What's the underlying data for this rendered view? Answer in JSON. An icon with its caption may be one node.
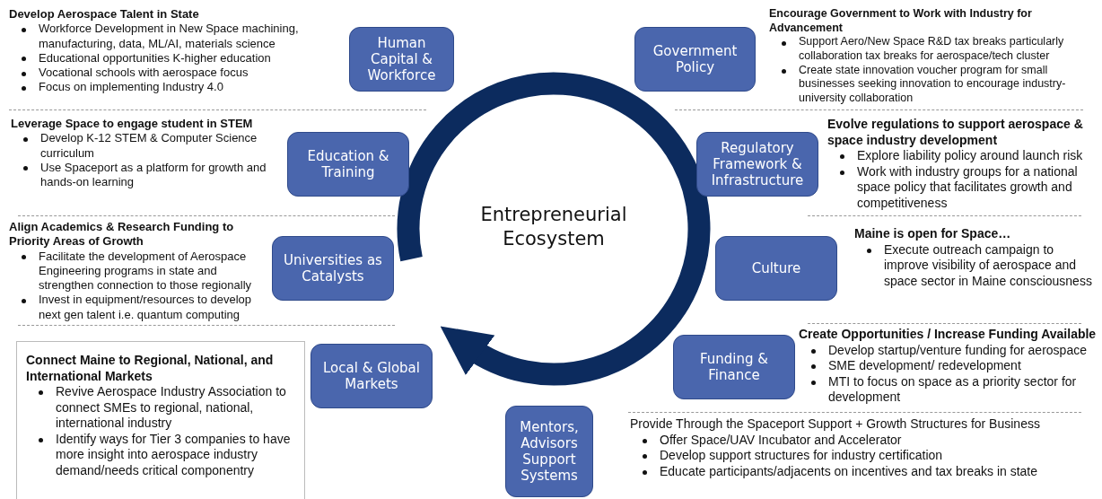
{
  "diagram": {
    "nodes": [
      {
        "text": [
          "Human Capital & Workforce"
        ],
        "beside": [
          "Develop Aerospace Talent in State",
          "Workforce Development in New Space machining, manufacturing, data, ML/AI, materials science",
          "Educational opportunities K-higher education",
          "Vocational schools with aerospace focus",
          "Focus on implementing Industry 4.0"
        ]
      },
      {
        "text": [
          "Government Policy"
        ],
        "beside": [
          "Encourage Government to Work with Industry for Advancement",
          "Support Aero/New Space R&D tax breaks particularly collaboration tax breaks for  aerospace/tech cluster",
          "Create state innovation voucher program for small businesses seeking innovation to encourage industry-university collaboration"
        ]
      },
      {
        "text": [
          "Education & Training"
        ],
        "beside": [
          "Leverage Space to engage student in STEM",
          "Develop K-12 STEM & Computer Science curriculum",
          "Use Spaceport as a platform for growth and hands-on learning"
        ]
      },
      {
        "text": [
          "Regulatory Framework & Infrastructure"
        ],
        "beside": [
          "Evolve regulations to support aerospace & space industry development",
          "Explore liability policy around launch risk",
          "Work with industry groups for a national space policy that facilitates growth and competitiveness"
        ]
      },
      {
        "text": [
          "Universities as Catalysts"
        ],
        "beside": [
          "Align Academics & Research Funding to Priority Areas of Growth",
          "Facilitate the development of Aerospace Engineering programs in state and strengthen connection to those regionally",
          "Invest in equipment/resources to develop next gen talent i.e. quantum computing"
        ]
      },
      {
        "text": [
          "Culture"
        ],
        "beside": [
          "Maine is open for Space…",
          "Execute outreach campaign to improve visibility of aerospace and space sector in Maine consciousness"
        ]
      },
      {
        "text": [
          "Local & Global Markets"
        ]
      },
      {
        "text": [
          "Connect Maine to Regional, National, and International Markets",
          "Revive Aerospace Industry Association to connect SMEs to regional, national, international industry",
          "Identify ways for Tier 3 companies to have more insight into aerospace industry demand/needs critical componentry"
        ]
      },
      {
        "text": [
          "Funding & Finance"
        ],
        "beside": [
          "Create Opportunities / Increase Funding Available",
          "Develop startup/venture funding for aerospace",
          "SME development/ redevelopment",
          "MTI to focus on space as a priority sector for development"
        ]
      },
      {
        "text": [
          "Mentors, Advisors Support Systems"
        ],
        "beside": [
          "Provide Through the Spaceport Support + Growth Structures for Business",
          "Offer Space/UAV Incubator and Accelerator",
          "Develop support structures for industry certification",
          "Educate participants/adjacents on incentives and tax breaks in state"
        ]
      }
    ],
    "labels": [
      "Entrepreneurial Ecosystem"
    ]
  }
}
